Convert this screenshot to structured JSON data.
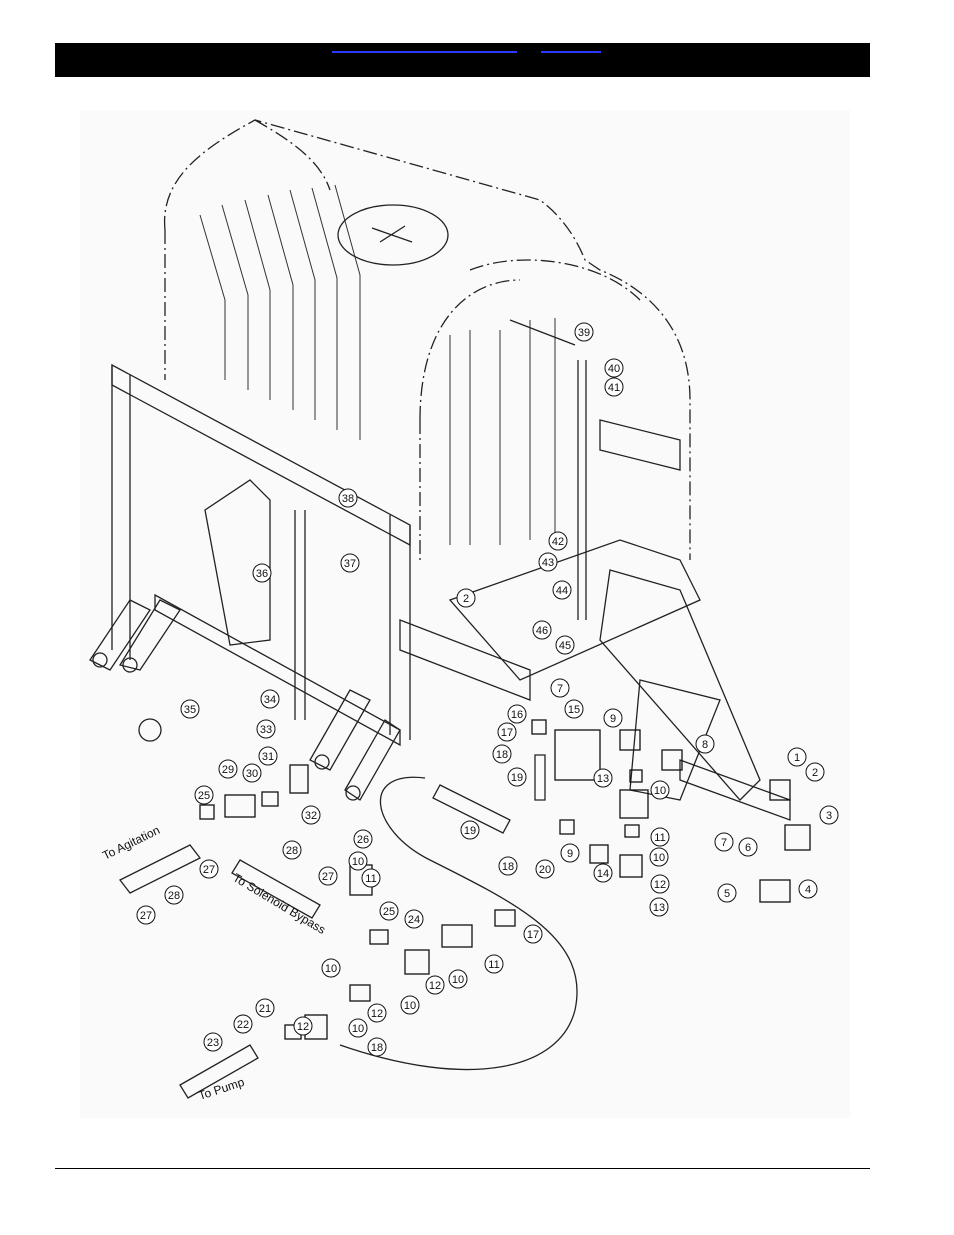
{
  "header": {
    "links": [
      "",
      ""
    ]
  },
  "diagram": {
    "annotations": {
      "to_agitation": "To Agitation",
      "to_solenoid_bypass": "To Solenoid Bypass",
      "to_pump": "To Pump"
    },
    "callouts": [
      "1",
      "2",
      "3",
      "4",
      "5",
      "6",
      "7",
      "8",
      "9",
      "10",
      "11",
      "12",
      "13",
      "14",
      "15",
      "16",
      "17",
      "18",
      "19",
      "20",
      "21",
      "22",
      "23",
      "24",
      "25",
      "26",
      "27",
      "28",
      "29",
      "30",
      "31",
      "32",
      "33",
      "34",
      "35",
      "36",
      "37",
      "38",
      "39",
      "40",
      "41",
      "42",
      "43",
      "44",
      "45",
      "46"
    ]
  }
}
